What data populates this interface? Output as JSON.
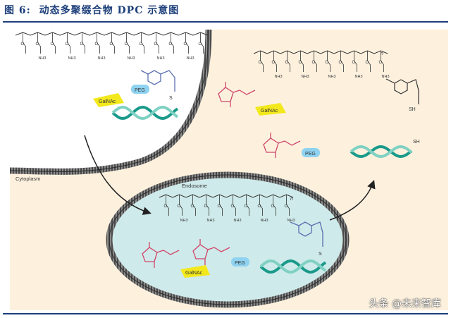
{
  "figure": {
    "number": "图 6:",
    "title": "动态多聚缀合物 DPC 示意图"
  },
  "labels": {
    "cytoplasm": "Cytoplasm",
    "endosome": "Endosome",
    "galnac": "GalNAc",
    "peg": "PEG",
    "nh3": "NH3",
    "plus": "+",
    "nh": "NH",
    "o": "O",
    "o_minus": "O",
    "s": "S",
    "sh": "SH",
    "n": "n"
  },
  "watermark": "头条 @未来智库",
  "colors": {
    "cytoplasm_bg": "#fdf1de",
    "extracellular_bg": "#ffffff",
    "endosome_fill": "#cfeaea",
    "membrane": "#3a3a3a",
    "polymer": "#333333",
    "maleic": "#d0466a",
    "galnac": "#f3e81c",
    "peg": "#8fd3f1",
    "dna_dark": "#1a9a8a",
    "dna_light": "#7fd1c3",
    "linker": "#5a6fb0",
    "title": "#1d3f7a"
  }
}
